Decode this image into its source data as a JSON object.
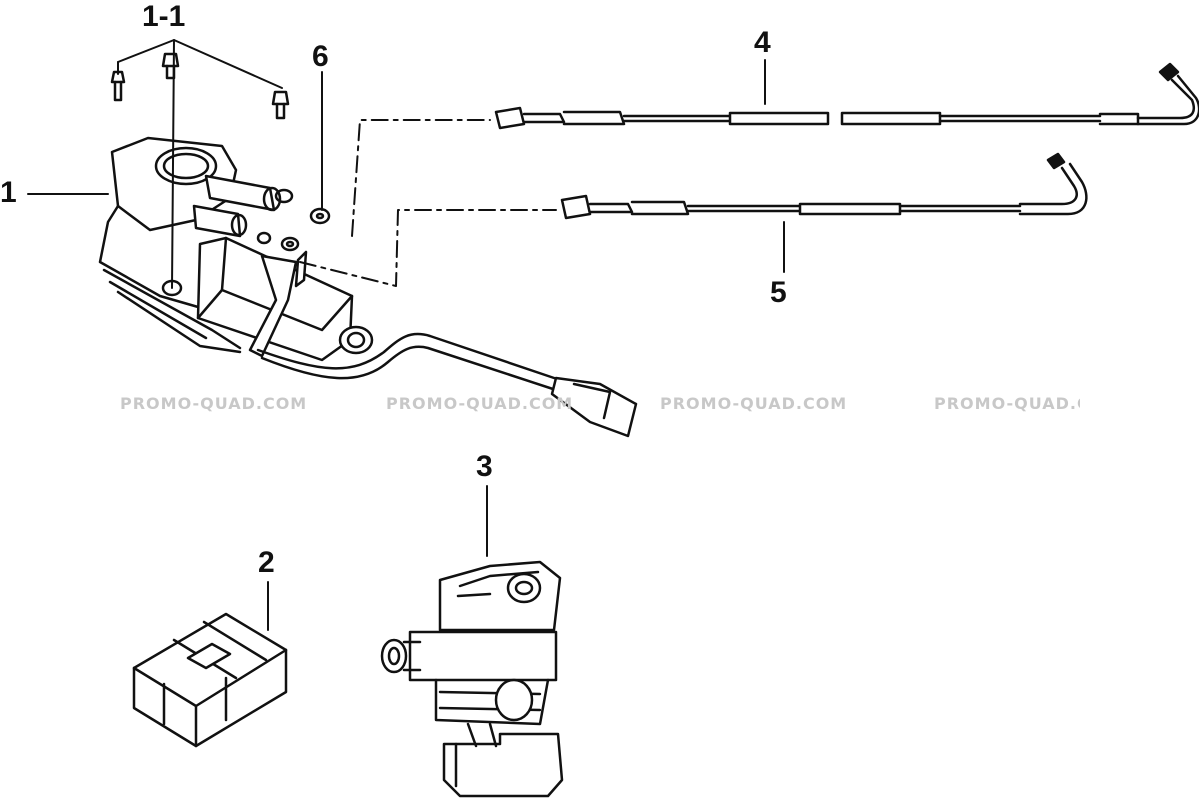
{
  "diagram": {
    "callouts": {
      "c1": "1",
      "c1_1": "1-1",
      "c2": "2",
      "c3": "3",
      "c4": "4",
      "c5": "5",
      "c6": "6"
    },
    "watermark": {
      "w1": "PROMO-QUAD.COM",
      "w2": "PROMO-QUAD.COM",
      "w3": "PROMO-QUAD.COM",
      "w4": "PROMO-QUAD.COM"
    }
  }
}
